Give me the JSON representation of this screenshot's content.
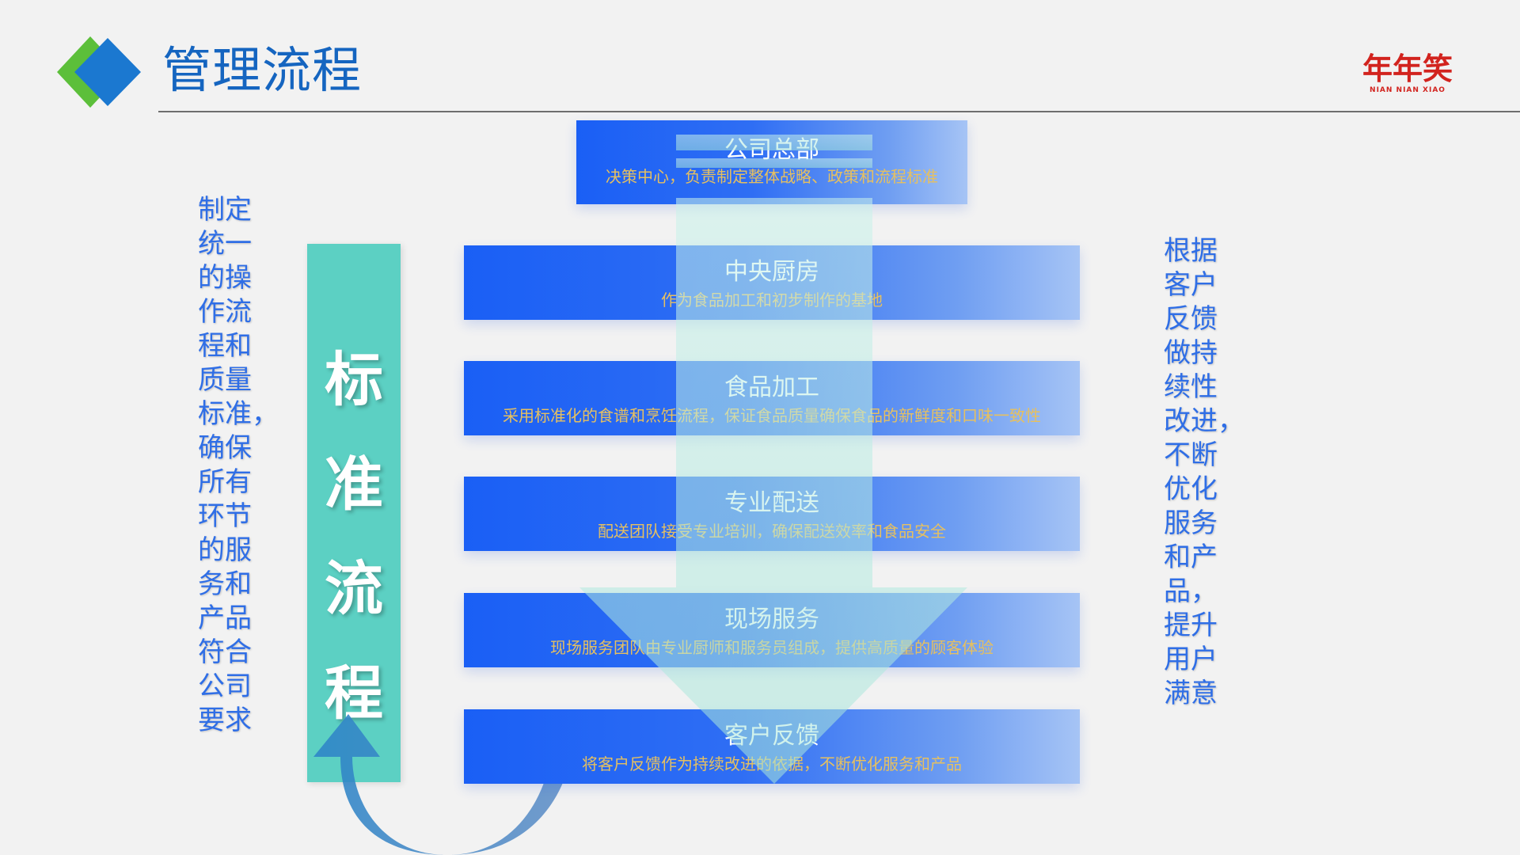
{
  "header": {
    "title": "管理流程",
    "brand_name": "年年笑",
    "brand_subtitle": "NIAN NIAN XIAO",
    "colors": {
      "title": "#1565c0",
      "diamond_green": "#5cbf3a",
      "diamond_blue": "#1b78d0",
      "brand_red": "#d2231e"
    }
  },
  "left_note": {
    "text": "制定\n统一\n的操\n作流\n程和\n质量\n标准，\n确保\n所有\n环节\n的服\n务和\n产品\n符合\n公司\n要求"
  },
  "right_note": {
    "text": "根据\n客户\n反馈\n做持\n续性\n改进，\n不断\n优化\n服务\n和产\n品，\n提升\n用户\n满意"
  },
  "standard_bar": {
    "label": "标\n准\n流\n程",
    "color": "#5cd0c3"
  },
  "steps": [
    {
      "title": "公司总部",
      "desc": "决策中心，负责制定整体战略、政策和流程标准"
    },
    {
      "title": "中央厨房",
      "desc": "作为食品加工和初步制作的基地"
    },
    {
      "title": "食品加工",
      "desc": "采用标准化的食谱和烹饪流程，保证食品质量确保食品的新鲜度和口味一致性"
    },
    {
      "title": "专业配送",
      "desc": "配送团队接受专业培训，确保配送效率和食品安全"
    },
    {
      "title": "现场服务",
      "desc": "现场服务团队由专业厨师和服务员组成，提供高质量的顾客体验"
    },
    {
      "title": "客户反馈",
      "desc": "将客户反馈作为持续改进的依据，不断优化服务和产品"
    }
  ]
}
